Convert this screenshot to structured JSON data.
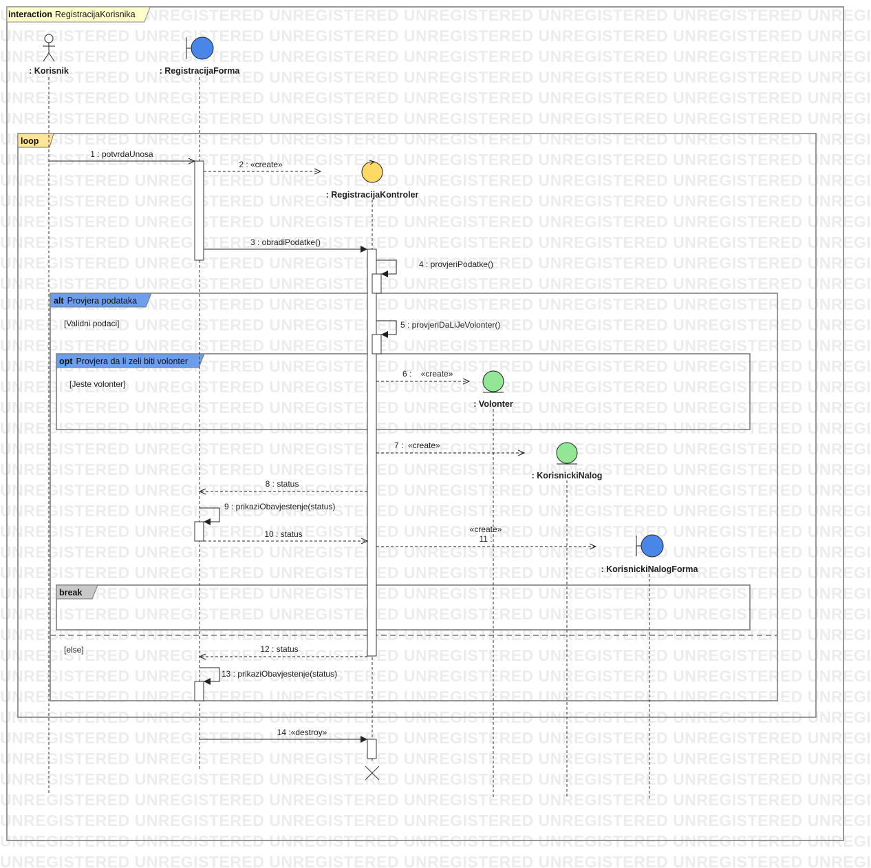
{
  "frame": {
    "keyword": "interaction",
    "name": "RegistracijaKorisnika"
  },
  "watermark": "UNREGISTERED",
  "lifelines": [
    {
      "name": ": Korisnik",
      "kind": "actor"
    },
    {
      "name": ": RegistracijaForma",
      "kind": "boundary"
    },
    {
      "name": ": RegistracijaKontroler",
      "kind": "control"
    },
    {
      "name": ": Volonter",
      "kind": "entity"
    },
    {
      "name": ": KorisnickiNalog",
      "kind": "entity"
    },
    {
      "name": ": KorisnickiNalogForma",
      "kind": "boundary"
    }
  ],
  "fragments": {
    "loop": {
      "keyword": "loop"
    },
    "alt": {
      "keyword": "alt",
      "name": "Provjera podataka",
      "guard1": "[Validni podaci]",
      "guard2": "[else]"
    },
    "opt": {
      "keyword": "opt",
      "name": "Provjera da li zeli biti volonter",
      "guard": "[Jeste volonter]"
    },
    "break": {
      "keyword": "break"
    }
  },
  "messages": [
    {
      "id": "m1",
      "label": "1 : potvrdaUnosa"
    },
    {
      "id": "m2",
      "label": "2 : «create»"
    },
    {
      "id": "m3",
      "label": "3 : obradiPodatke()"
    },
    {
      "id": "m4",
      "label": "4 : provjeriPodatke()"
    },
    {
      "id": "m5",
      "label": "5 : provjeriDaLiJeVolonter()"
    },
    {
      "id": "m6",
      "label": "6 :    «create»"
    },
    {
      "id": "m7",
      "label": "7 :  «create»"
    },
    {
      "id": "m8",
      "label": "8 : status"
    },
    {
      "id": "m9",
      "label": "9 : prikaziObavjestenje(status)"
    },
    {
      "id": "m10",
      "label": "10 : status"
    },
    {
      "id": "m11a",
      "label": "«create»"
    },
    {
      "id": "m11b",
      "label": "11 :"
    },
    {
      "id": "m12",
      "label": "12 : status"
    },
    {
      "id": "m13",
      "label": "13 : prikaziObavjestenje(status)"
    },
    {
      "id": "m14",
      "label": "14 :«destroy»"
    }
  ],
  "colors": {
    "frame_tab": "#ffffcc",
    "loop_tab": "#ffe599",
    "alt_tab": "#6d9eeb",
    "opt_tab": "#6d9eeb",
    "break_tab": "#c8c8c8",
    "boundary": "#4a86e8",
    "control": "#ffd966",
    "entity": "#93e696",
    "watermark": "#ececec"
  }
}
